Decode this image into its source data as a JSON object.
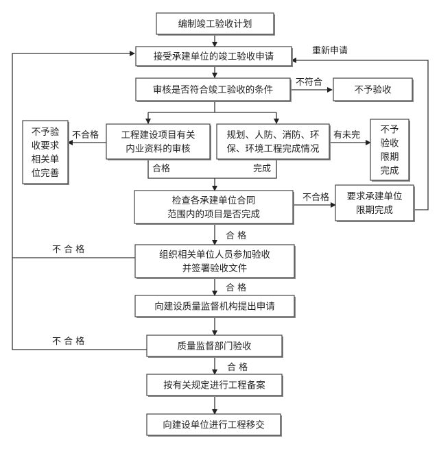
{
  "title": "竣工验收流程图",
  "colors": {
    "stroke": "#333333",
    "box_fill": "#ffffff",
    "text": "#222222",
    "shadow": "#8a8a8a"
  },
  "nodes": {
    "plan": [
      "编制竣工验收计划"
    ],
    "accept": [
      "接受承建单位的竣工验收申请"
    ],
    "review": [
      "审核是否符合竣工验收的条件"
    ],
    "reject": [
      "不予验收"
    ],
    "internal": [
      "工程建设项目有关",
      "内业资料的审核"
    ],
    "special": [
      "规划、人防、消防、环",
      "保、环境工程完成情况"
    ],
    "reject_improve": [
      "不予验",
      "收要求",
      "相关单",
      "位完善"
    ],
    "reject_deadline": [
      "不予",
      "验收",
      "限期",
      "完成"
    ],
    "check": [
      "检查各承建单位合同",
      "范围内的项目是否完成"
    ],
    "require": [
      "要求承建单位",
      "限期完成"
    ],
    "organize": [
      "组织相关单位人员参加验收",
      "并签署验收文件"
    ],
    "apply": [
      "向建设质量监督机构提出申请"
    ],
    "quality": [
      "质量监督部门验收"
    ],
    "record": [
      "按有关规定进行工程备案"
    ],
    "handover": [
      "向建设单位进行工程移交"
    ]
  },
  "edge_labels": {
    "reapply": "重新申请",
    "not_meet": "不符合",
    "internal_fail": "不合格",
    "internal_pass": "合格",
    "special_incomplete": "有未完",
    "special_done": "完成",
    "check_fail": "不合格",
    "check_pass": "合 格",
    "organize_fail": "不 合 格",
    "organize_pass": "合 格",
    "quality_fail": "不 合 格",
    "quality_pass": "合 格"
  }
}
